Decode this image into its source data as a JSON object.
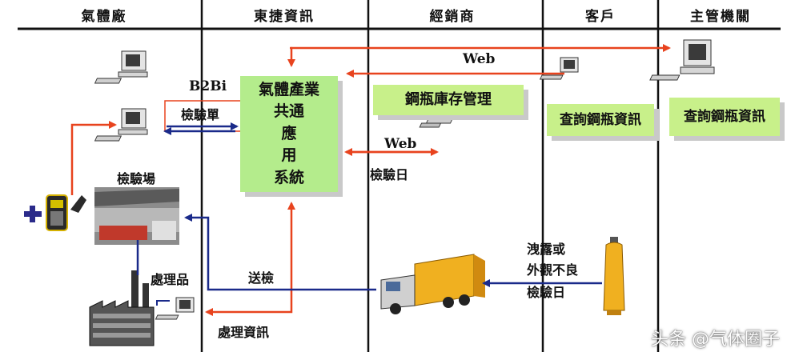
{
  "columns": {
    "gas_plant": "氣體廠",
    "dongjie": "東捷資訊",
    "distributor": "經銷商",
    "customer": "客戶",
    "authority": "主管機關"
  },
  "system_box": {
    "line1": "氣體產業",
    "line2": "共通",
    "line3": "應",
    "line4": "用",
    "line5": "系統"
  },
  "boxes": {
    "cylinder_inventory": "鋼瓶庫存管理",
    "customer_query": "查詢鋼瓶資訊",
    "authority_query": "查詢鋼瓶資訊"
  },
  "labels": {
    "b2bi": "B2Bi",
    "inspection_sheet": "檢驗單",
    "web_top": "Web",
    "web_mid": "Web",
    "inspection_day": "檢驗日",
    "inspection_site": "檢驗場",
    "disposal_item": "處理品",
    "send_inspection": "送檢",
    "disposal_info": "處理資訊",
    "leak_line1": "洩露或",
    "leak_line2": "外觀不良",
    "leak_line3": "檢驗日"
  },
  "watermark": "头条 @气体圈子",
  "colors": {
    "red_arrow": "#e8431e",
    "blue_arrow": "#1a2a8a",
    "green_box": "#c8f08a"
  }
}
